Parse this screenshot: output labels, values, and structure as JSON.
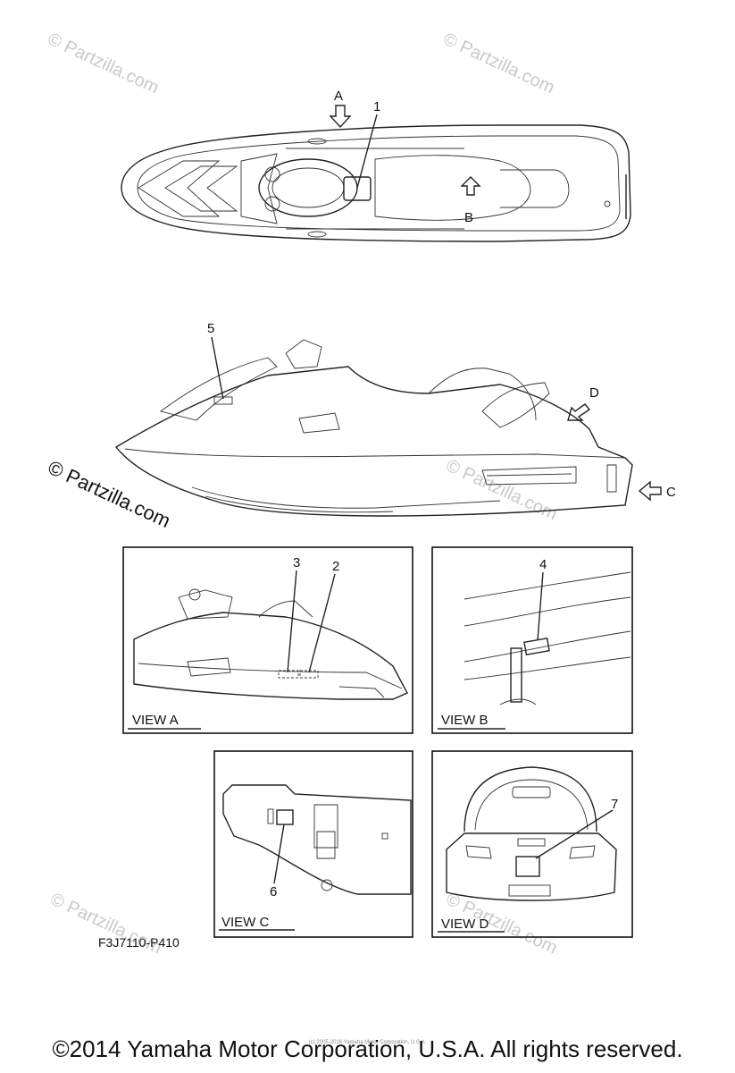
{
  "watermark": {
    "text": "© Partzilla.com"
  },
  "callouts": {
    "n1": "1",
    "n2": "2",
    "n3": "3",
    "n4": "4",
    "n5": "5",
    "n6": "6",
    "n7": "7"
  },
  "view_arrows": {
    "a": "A",
    "b": "B",
    "c": "C",
    "d": "D"
  },
  "panels": {
    "view_a": "VIEW A",
    "view_b": "VIEW B",
    "view_c": "VIEW C",
    "view_d": "VIEW D"
  },
  "diagram_code": "F3J7110-P410",
  "footer": {
    "copyright": "©2014 Yamaha Motor Corporation, U.S.A. All rights reserved.",
    "fine_print": "(c) 2005-2016 Yamaha Motor Corporation, U.S.A."
  }
}
